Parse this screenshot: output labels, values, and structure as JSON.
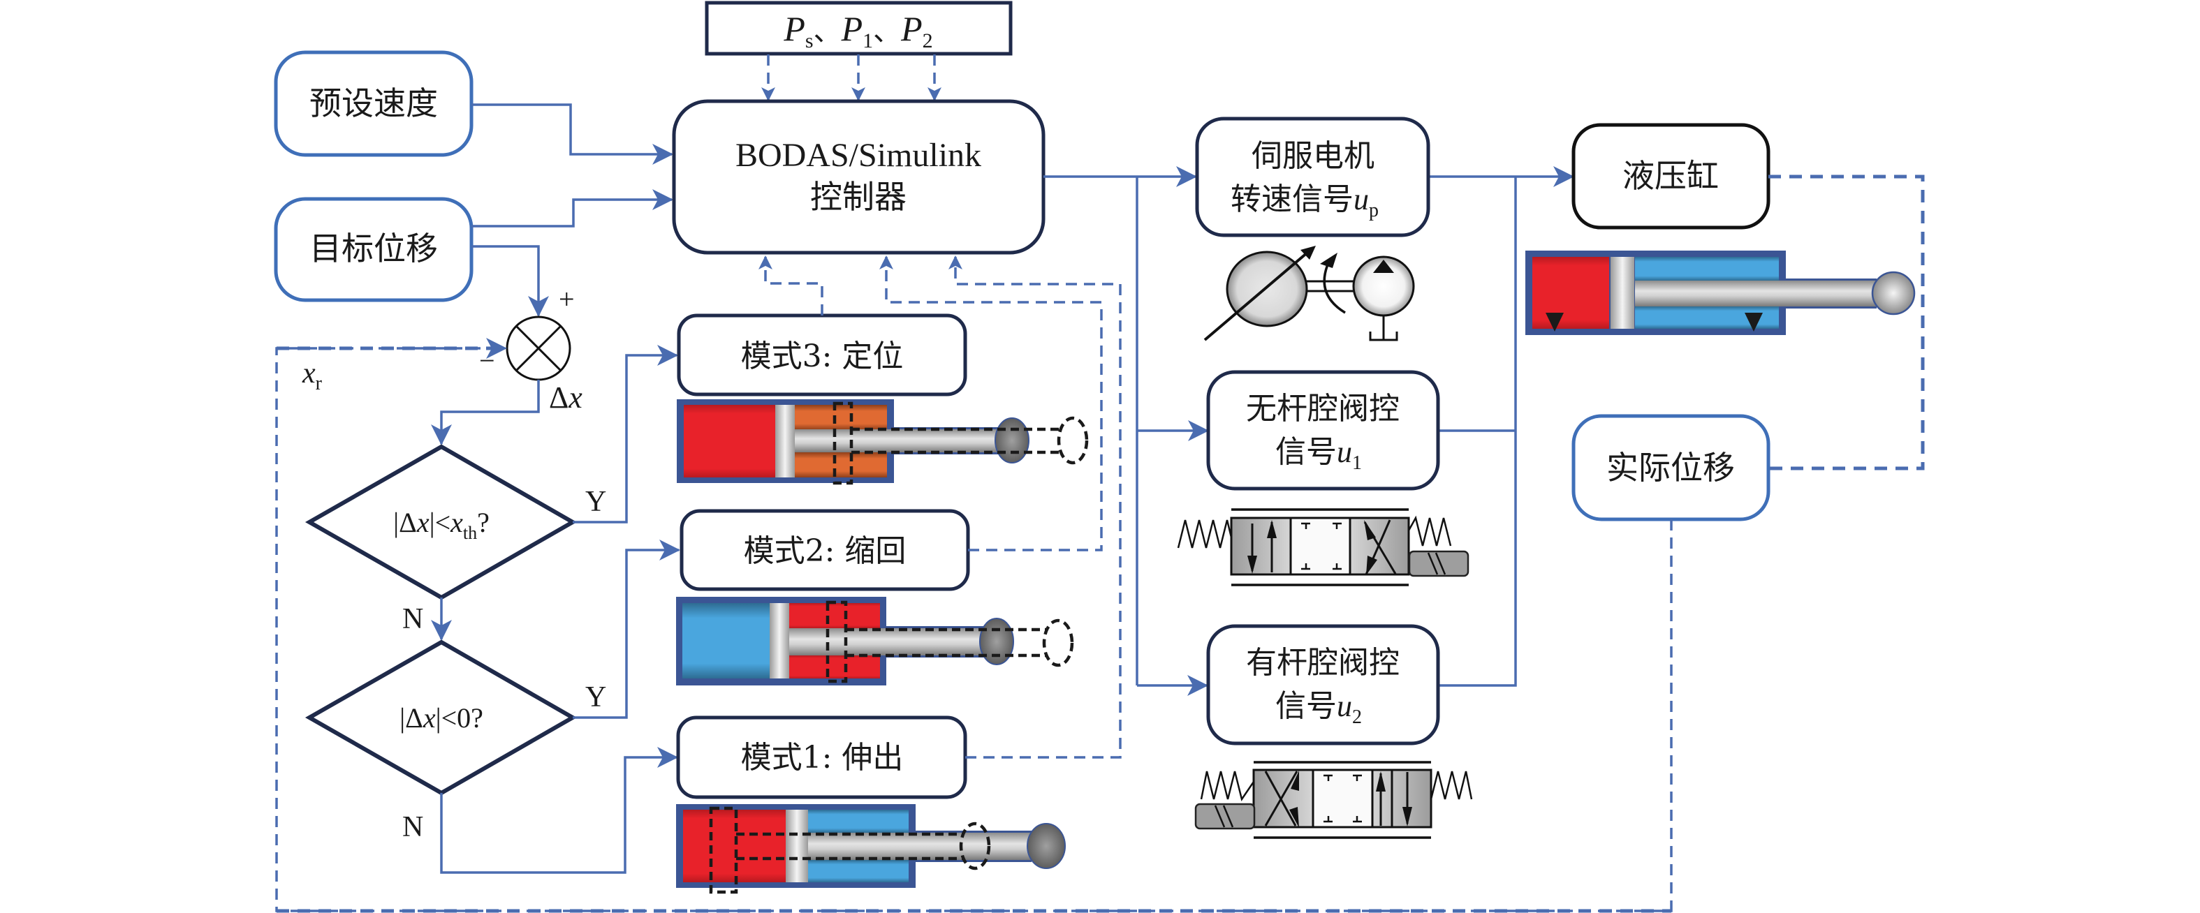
{
  "figure": {
    "title": "Electro-hydraulic cylinder mode-switching control scheme"
  },
  "sensors_box": {
    "label_parts": [
      {
        "main": "P",
        "sub": "s"
      },
      {
        "sep": "、"
      },
      {
        "main": "P",
        "sub": "1"
      },
      {
        "sep": "、"
      },
      {
        "main": "P",
        "sub": "2"
      }
    ],
    "p": "P",
    "s": "s",
    "one": "1",
    "two": "2",
    "sep": "、"
  },
  "inputs": {
    "preset_speed": "预设速度",
    "target_displacement": "目标位移"
  },
  "controller": {
    "line1": "BODAS/Simulink",
    "line2": "控制器"
  },
  "summing_junction": {
    "plus_sign": "+",
    "minus_sign": "−",
    "output_label_delta": "Δ",
    "output_label_var": "x",
    "feedback_label_var": "x",
    "feedback_label_sub": "r"
  },
  "decisions": [
    {
      "text_pre": "|Δ",
      "var": "x",
      "text_mid": "|<",
      "var2": "x",
      "sub": "th",
      "text_post": "?",
      "yes": "Y",
      "no": "N"
    },
    {
      "text_pre": "|Δ",
      "var": "x",
      "text_mid": "|<0?",
      "yes": "Y",
      "no": "N"
    }
  ],
  "modes": [
    {
      "id": 3,
      "label": "模式3: 定位",
      "chamber_left": "red",
      "chamber_right": "orange"
    },
    {
      "id": 2,
      "label": "模式2: 缩回",
      "chamber_left": "blue",
      "chamber_right": "red"
    },
    {
      "id": 1,
      "label": "模式1: 伸出",
      "chamber_left": "red",
      "chamber_right": "blue"
    }
  ],
  "actuators": {
    "servo_motor": {
      "line1": "伺服电机",
      "line2": "转速信号",
      "var": "u",
      "sub": "p"
    },
    "rodless_valve": {
      "line1": "无杆腔阀控",
      "line2": "信号",
      "var": "u",
      "sub": "1"
    },
    "rod_valve": {
      "line1": "有杆腔阀控",
      "line2": "信号",
      "var": "u",
      "sub": "2"
    }
  },
  "plant": {
    "cylinder": "液压缸",
    "actual_displacement": "实际位移"
  },
  "colors": {
    "flow_line": "#4a6cb0",
    "box_border_dark": "#1f2a4a",
    "box_border_blue": "#3f6fb8",
    "chamber_red": "#e8222a",
    "chamber_blue": "#4aa6de",
    "chamber_orange": "#e06a32",
    "cylinder_frame": "#3b5594"
  }
}
